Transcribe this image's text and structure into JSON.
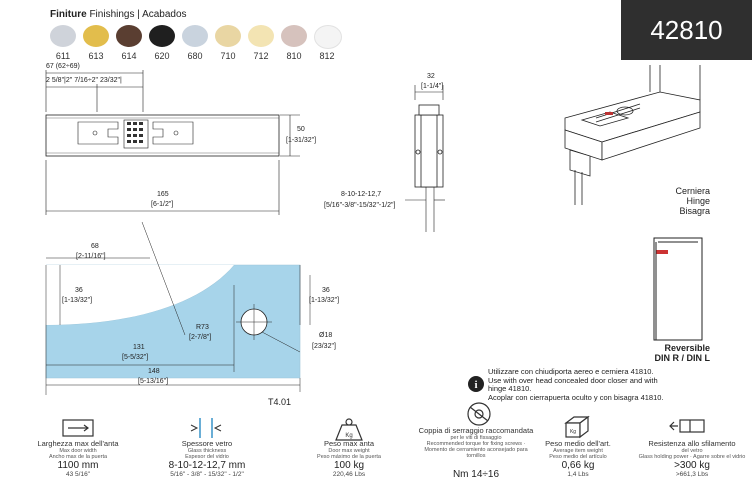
{
  "finishings": {
    "title": "Finiture",
    "subtitle": "Finishings | Acabados",
    "swatches": [
      {
        "code": "611",
        "color": "#cfd3da"
      },
      {
        "code": "613",
        "color": "#e2bd4c"
      },
      {
        "code": "614",
        "color": "#5a3e31"
      },
      {
        "code": "620",
        "color": "#1f1f1f"
      },
      {
        "code": "680",
        "color": "#c9d3de"
      },
      {
        "code": "710",
        "color": "#e9d6a3"
      },
      {
        "code": "712",
        "color": "#f3e4b3"
      },
      {
        "code": "810",
        "color": "#d6c2bd"
      },
      {
        "code": "812",
        "color": "#f4f4f4"
      }
    ]
  },
  "product_code": "42810",
  "dims": {
    "top_total": "67 (62÷69)",
    "top_parts": "2 5/8\"|2\" 7/16÷2\" 23/32\"|",
    "height_mm": "50",
    "height_in": "[1-31/32\"]",
    "length_mm": "165",
    "length_in": "[6-1/2\"]",
    "side_mm": "32",
    "side_in": "[1-1/4\"]",
    "glass_mm": "8-10-12-12,7",
    "glass_in": "[5/16\"-3/8\"-15/32\"-1/2\"]",
    "cut_68_mm": "68",
    "cut_68_in": "[2-11/16\"]",
    "cut_36_mm": "36",
    "cut_36_in": "[1-13/32\"]",
    "cut_36b_mm": "36",
    "cut_36b_in": "[1-13/32\"]",
    "r_mm": "R73",
    "r_in": "[2-7/8\"]",
    "dia_mm": "Ø18",
    "dia_in": "[23/32\"]",
    "cut_131_mm": "131",
    "cut_131_in": "[5-5/32\"]",
    "cut_148_mm": "148",
    "cut_148_in": "[5-13/16\"]",
    "tempered": "T4.01"
  },
  "hinge": {
    "line1": "Cerniera",
    "line2": "Hinge",
    "line3": "Bisagra"
  },
  "reversible": {
    "line1": "Reversible",
    "line2": "DIN R / DIN L"
  },
  "info": {
    "text1": "Utilizzare con chiudiporta aereo e cerniera 41810.",
    "text2": "Use with over head concealed door closer and with",
    "text3": "hinge 41810.",
    "text4": "Acoplar con cierrapuerta oculto y con bisagra 41810."
  },
  "specs": [
    {
      "t1": "Larghezza max dell'anta",
      "t2": "Max door width",
      "t3": "Ancho max de la puerta",
      "v1": "1100 mm",
      "v2": "43 5/16\"",
      "icon": "door-width-icon"
    },
    {
      "t1": "Spessore vetro",
      "t2": "Glass thickness",
      "t3": "Espesor del vidrio",
      "v1": "8-10-12-12,7 mm",
      "v2": "5/16\" - 3/8\" - 15/32\" - 1/2\"",
      "icon": "glass-thickness-icon"
    },
    {
      "t1": "Peso max anta",
      "t2": "Door max weight",
      "t3": "Peso máximo de la puerta",
      "v1": "100 kg",
      "v2": "220,46 Lbs",
      "icon": "weight-icon"
    },
    {
      "t1": "Coppia di serraggio raccomandata",
      "t2": "per le viti di fissaggio",
      "t3": "Recommended torque for fixing screws · Momento de cerramiento aconsejado para tornillos",
      "v1": "Nm 14÷16",
      "v2": "",
      "icon": "torque-icon"
    },
    {
      "t1": "Peso medio dell'art.",
      "t2": "Average item weight",
      "t3": "Peso medio del artículo",
      "v1": "0,66 kg",
      "v2": "1,4 Lbs",
      "icon": "item-weight-icon"
    },
    {
      "t1": "Resistenza allo sfilamento",
      "t2": "del vetro",
      "t3": "Glass holding power · Agarre sobre el vidrio",
      "v1": ">300 kg",
      "v2": ">661,3 Lbs",
      "icon": "holding-power-icon"
    }
  ]
}
